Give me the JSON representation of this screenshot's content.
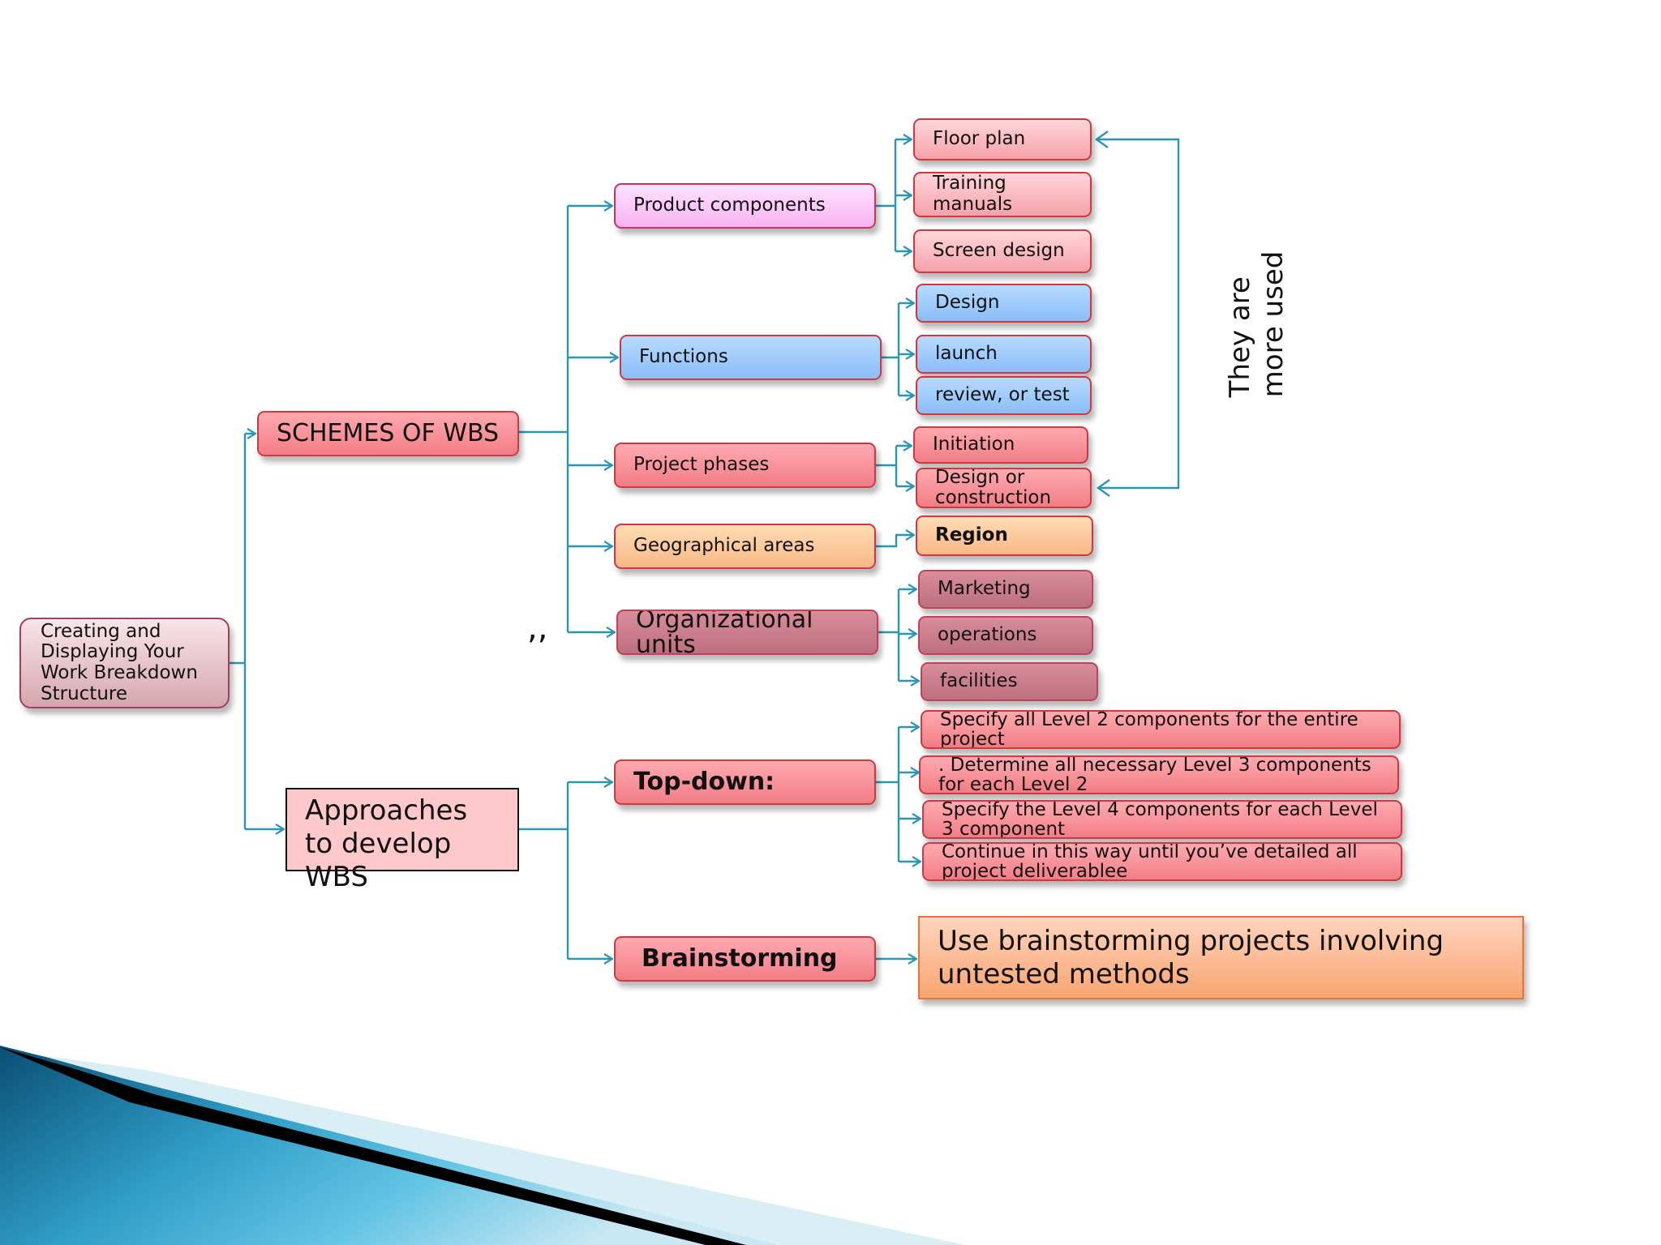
{
  "root": {
    "label": "Creating and Displaying Your Work Breakdown Structure"
  },
  "schemes": {
    "label": "SCHEMES OF WBS"
  },
  "approaches": {
    "label": "Approaches to develop WBS"
  },
  "scheme_items": {
    "product": "Product components",
    "functions": "Functions",
    "phases": "Project phases",
    "geo": "Geographical areas",
    "org": "Organizational units"
  },
  "leaves": {
    "floor_plan": "Floor plan",
    "training": "Training manuals",
    "screen": "Screen design",
    "design": "Design",
    "launch": "launch",
    "review": "review, or test",
    "initiation": "Initiation",
    "design_construction": "Design or construction",
    "region": "Region",
    "marketing": "Marketing",
    "operations": "operations",
    "facilities": "facilities"
  },
  "approach_items": {
    "topdown": "Top-down:",
    "brainstorming": "Brainstorming"
  },
  "topdown_steps": [
    "Specify all Level 2 components for the entire project",
    ". Determine all necessary Level 3 components for each Level 2",
    "Specify the Level 4 components for each Level 3 component",
    "Continue in this way until you’ve detailed all project deliverablee"
  ],
  "brainstorm_note": "Use brainstorming projects involving untested methods",
  "side_note": "They are\nmore used",
  "quote_mark": ",,",
  "colors": {
    "connector": "#2a96b4",
    "ribbon_dark": "#0a4f73",
    "ribbon_light": "#63c4e4"
  }
}
